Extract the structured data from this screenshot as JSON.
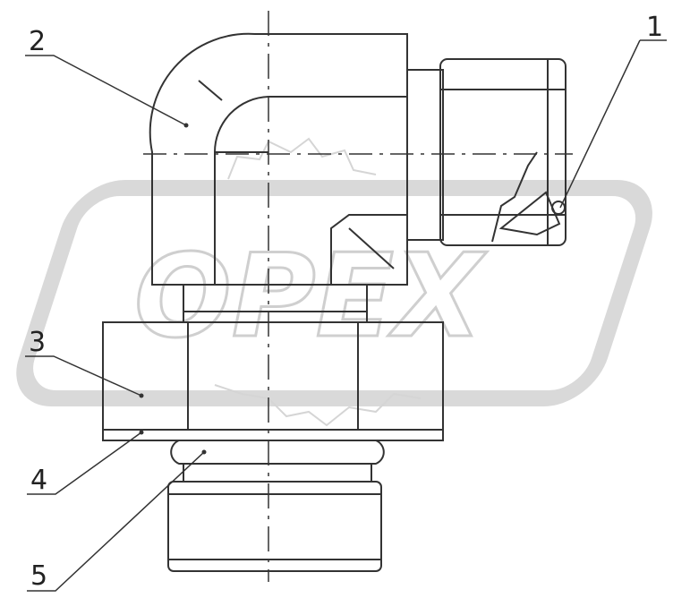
{
  "watermark": {
    "text": "OPEX",
    "color": "#d9d9d9"
  },
  "callouts": [
    {
      "number": "1",
      "label": "callout-1"
    },
    {
      "number": "2",
      "label": "callout-2"
    },
    {
      "number": "3",
      "label": "callout-3"
    },
    {
      "number": "4",
      "label": "callout-4"
    },
    {
      "number": "5",
      "label": "callout-5"
    }
  ],
  "colors": {
    "line": "#333333",
    "background": "#ffffff"
  }
}
